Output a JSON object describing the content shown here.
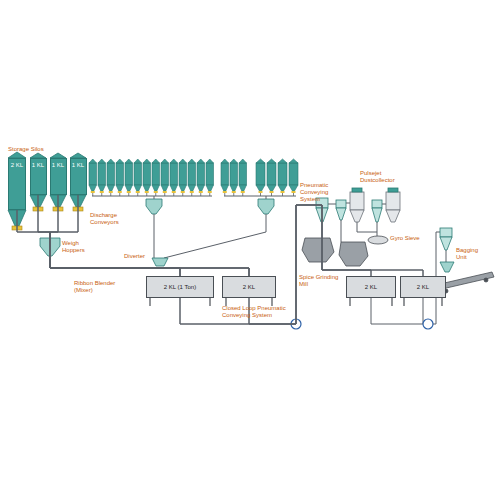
{
  "diagram": {
    "nodes": [
      {
        "text": [
          "2 KL"
        ]
      },
      {
        "text": [
          "1 KL"
        ]
      },
      {
        "text": [
          "1 KL"
        ]
      },
      {
        "text": [
          "1 KL"
        ]
      },
      {
        "text": [
          "2 KL (1 Ton)"
        ]
      },
      {
        "text": [
          "2 KL"
        ]
      },
      {
        "text": [
          "2 KL"
        ]
      },
      {
        "text": [
          "2 KL"
        ]
      }
    ],
    "edges": [
      {
        "from": 0,
        "to": 4,
        "arrow": "none"
      },
      {
        "from": 0,
        "to": 5,
        "arrow": "none"
      },
      {
        "from": 1,
        "to": 4,
        "arrow": "none"
      },
      {
        "from": 1,
        "to": 5,
        "arrow": "none"
      },
      {
        "from": 2,
        "to": 4,
        "arrow": "none"
      },
      {
        "from": 2,
        "to": 5,
        "arrow": "none"
      },
      {
        "from": 3,
        "to": 4,
        "arrow": "none"
      },
      {
        "from": 3,
        "to": 5,
        "arrow": "none"
      },
      {
        "from": 4,
        "to": 6,
        "arrow": "none"
      },
      {
        "from": 4,
        "to": 7,
        "arrow": "none"
      },
      {
        "from": 5,
        "to": 6,
        "arrow": "none"
      },
      {
        "from": 5,
        "to": 7,
        "arrow": "none"
      }
    ],
    "labels": [
      "Storage Silos",
      "Discharge Conveyors",
      "Weigh Hoppers",
      "Diverter",
      "Ribbon Blender (Mixer)",
      "Closed Loop Pneumatic Conveying System",
      "Pneumatic Conveying System",
      "Pulsejet Dustcollector",
      "Spice Grinding Mill",
      "Gyro Sieve",
      "Bagging Unit"
    ]
  }
}
